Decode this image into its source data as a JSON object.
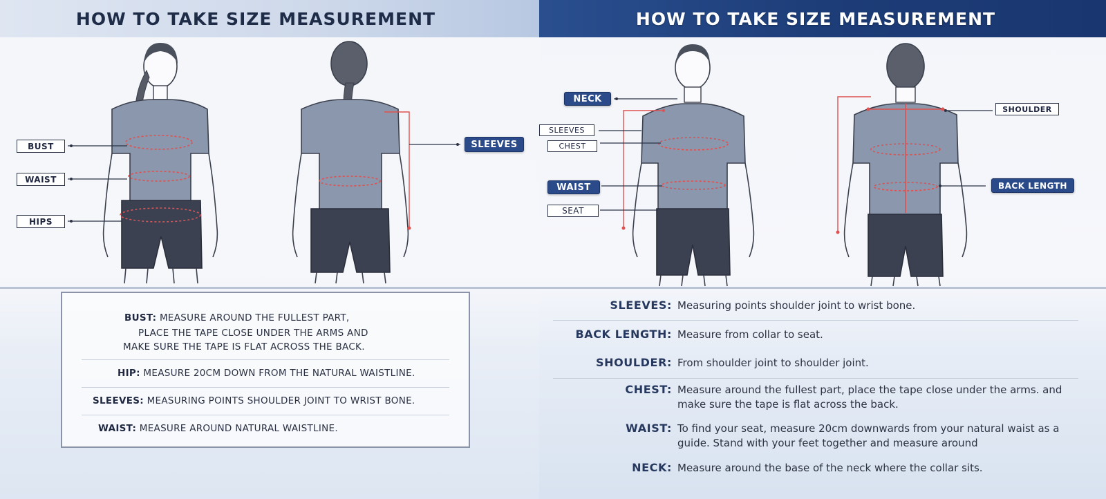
{
  "left": {
    "title": "HOW TO TAKE SIZE MEASUREMENT",
    "labels": {
      "bust": "BUST",
      "waist": "WAIST",
      "hips": "HIPS",
      "sleeves": "SLEEVES"
    },
    "info": [
      {
        "term": "BUST:",
        "lines": [
          "MEASURE AROUND THE FULLEST PART,",
          "PLACE THE TAPE CLOSE UNDER THE ARMS AND",
          "MAKE SURE THE TAPE IS FLAT ACROSS THE BACK."
        ]
      },
      {
        "term": "HIP:",
        "lines": [
          "MEASURE 20CM DOWN FROM THE NATURAL WAISTLINE."
        ]
      },
      {
        "term": "SLEEVES:",
        "lines": [
          "MEASURING POINTS SHOULDER JOINT TO WRIST BONE."
        ]
      },
      {
        "term": "WAIST:",
        "lines": [
          "MEASURE AROUND NATURAL WAISTLINE."
        ]
      }
    ]
  },
  "right": {
    "title": "HOW TO TAKE SIZE MEASUREMENT",
    "labels": {
      "neck": "NECK",
      "sleeves": "SLEEVES",
      "chest": "CHEST",
      "waist": "WAIST",
      "seat": "SEAT",
      "shoulder": "SHOULDER",
      "back_length": "BACK LENGTH"
    },
    "info": [
      {
        "term": "SLEEVES:",
        "desc": "Measuring points shoulder joint to wrist bone."
      },
      {
        "term": "BACK LENGTH:",
        "desc": "Measure from collar to seat."
      },
      {
        "term": "SHOULDER:",
        "desc": "From shoulder joint to shoulder joint."
      },
      {
        "term": "CHEST:",
        "desc": "Measure around the fullest part, place the tape close under the arms. and make sure the tape is flat across the back."
      },
      {
        "term": "WAIST:",
        "desc": "To find your seat, measure 20cm downwards from your natural waist as a guide. Stand with your feet together and measure around"
      },
      {
        "term": "NECK:",
        "desc": "Measure around the base of the neck where the collar sits."
      }
    ]
  },
  "colors": {
    "jersey": "#8a97ad",
    "shorts": "#3c4152",
    "accent_red": "#e0504f",
    "label_dark": "#2a4a8a"
  }
}
